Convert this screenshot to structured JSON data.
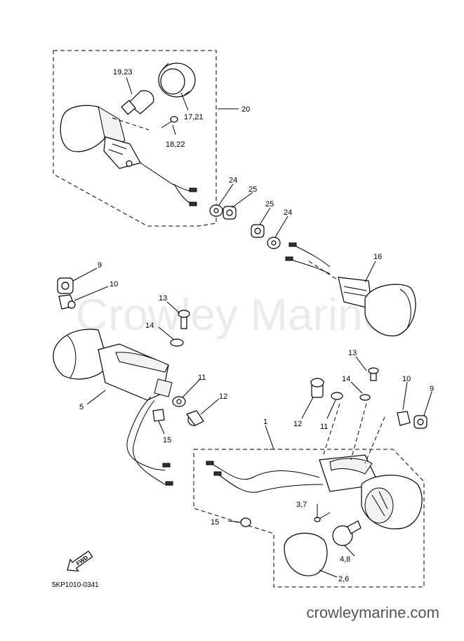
{
  "watermark": "Crowley Marine",
  "diagram_code": "5KP1010-0341",
  "footer_url": "crowleymarine.com",
  "fwd_label": "FWD",
  "labels": {
    "l_19_23": "19,23",
    "l_17_21": "17,21",
    "l_20": "20",
    "l_18_22": "18,22",
    "l_24a": "24",
    "l_25a": "25",
    "l_25b": "25",
    "l_24b": "24",
    "l_16": "16",
    "l_9a": "9",
    "l_10a": "10",
    "l_13a": "13",
    "l_14a": "14",
    "l_11a": "11",
    "l_12a": "12",
    "l_5": "5",
    "l_15a": "15",
    "l_13b": "13",
    "l_14b": "14",
    "l_10b": "10",
    "l_9b": "9",
    "l_12b": "12",
    "l_11b": "11",
    "l_1": "1",
    "l_3_7": "3,7",
    "l_15b": "15",
    "l_4_8": "4,8",
    "l_2_6": "2,6"
  }
}
